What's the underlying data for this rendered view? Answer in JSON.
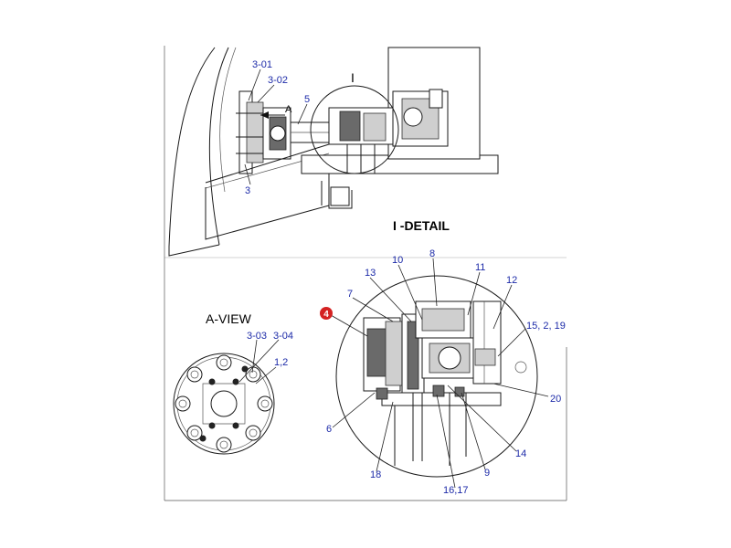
{
  "headings": {
    "detail_title": "I -DETAIL",
    "detail_marker": "I",
    "view_a_title": "A-VIEW",
    "arrow_label": "A"
  },
  "callouts": {
    "c3_01": "3-01",
    "c3_02": "3-02",
    "c3": "3",
    "c5": "5",
    "c3_03": "3-03",
    "c3_04": "3-04",
    "c1_2": "1,2",
    "c8": "8",
    "c10": "10",
    "c11": "11",
    "c12": "12",
    "c13": "13",
    "c7": "7",
    "c4": "4",
    "c15_2_19": "15, 2, 19",
    "c20": "20",
    "c6": "6",
    "c14": "14",
    "c9": "9",
    "c18": "18",
    "c16_17": "16,17"
  },
  "colors": {
    "callout_text": "#1c2aa8",
    "highlight_badge": "#d42222",
    "line": "#1a1a1a"
  }
}
